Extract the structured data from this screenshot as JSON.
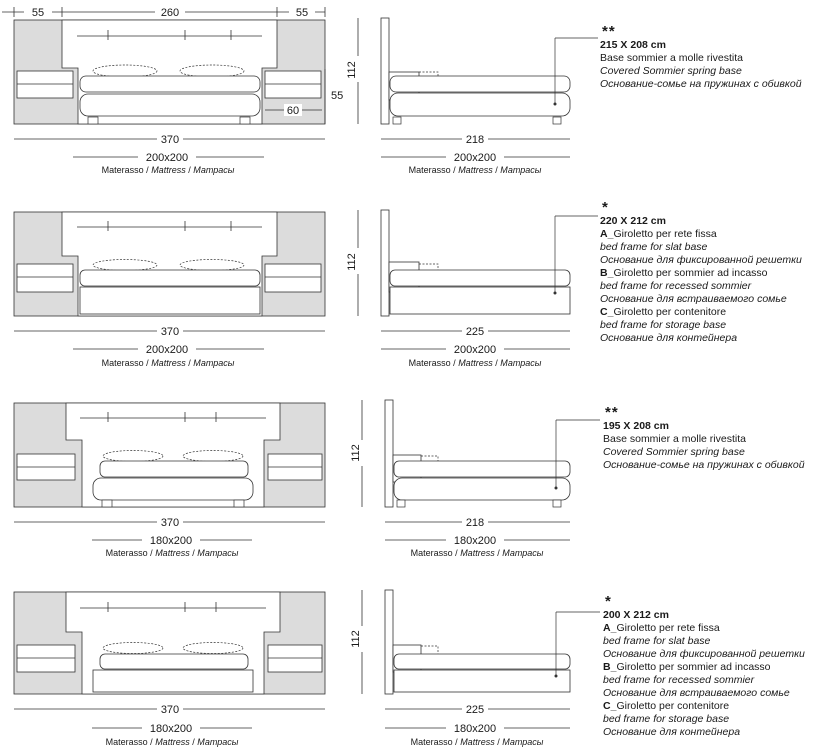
{
  "colors": {
    "panel": "#dcdcdc",
    "line": "#2a2a2a",
    "dim": "#555555"
  },
  "rows": [
    {
      "top_dims": [
        "55",
        "260",
        "55"
      ],
      "nightstand_dim": "60",
      "height_front": "55",
      "height_side": "112",
      "width_total": "370",
      "depth": "218",
      "mattress_front": "200x200",
      "mattress_side": "200x200",
      "mattress_caption": {
        "it": "Materasso",
        "en": "Mattress",
        "ru": "Матрасы"
      },
      "label": {
        "mark": "**",
        "size": "215 X 208 cm",
        "lines": [
          {
            "text": "Base sommier a molle rivestita",
            "style": "regular"
          },
          {
            "text": "Covered Sommier spring base",
            "style": "italic"
          },
          {
            "text": "Основание-сомье на пружинах с обивкой",
            "style": "italic"
          }
        ]
      }
    },
    {
      "height_side": "112",
      "width_total": "370",
      "depth": "225",
      "mattress_front": "200x200",
      "mattress_side": "200x200",
      "mattress_caption": {
        "it": "Materasso",
        "en": "Mattress",
        "ru": "Матрасы"
      },
      "label": {
        "mark": "*",
        "size": "220 X 212 cm",
        "lines": [
          {
            "prefix": "A_",
            "text": "Giroletto per rete fissa",
            "style": "regular"
          },
          {
            "text": "bed frame for slat base",
            "style": "italic"
          },
          {
            "text": "Основание для фиксированной решетки",
            "style": "italic"
          },
          {
            "prefix": "B_",
            "text": "Giroletto per sommier ad incasso",
            "style": "regular"
          },
          {
            "text": "bed frame for recessed sommier",
            "style": "italic"
          },
          {
            "text": "Основание для встраиваемого сомье",
            "style": "italic"
          },
          {
            "prefix": "C_",
            "text": "Giroletto per contenitore",
            "style": "regular"
          },
          {
            "text": "bed frame for storage base",
            "style": "italic"
          },
          {
            "text": "Основание для контейнера",
            "style": "italic"
          }
        ]
      }
    },
    {
      "height_side": "112",
      "width_total": "370",
      "depth": "218",
      "mattress_front": "180x200",
      "mattress_side": "180x200",
      "mattress_caption": {
        "it": "Materasso",
        "en": "Mattress",
        "ru": "Матрасы"
      },
      "label": {
        "mark": "**",
        "size": "195 X 208 cm",
        "lines": [
          {
            "text": "Base sommier a molle rivestita",
            "style": "regular"
          },
          {
            "text": "Covered Sommier spring base",
            "style": "italic"
          },
          {
            "text": "Основание-сомье на пружинах с обивкой",
            "style": "italic"
          }
        ]
      }
    },
    {
      "height_side": "112",
      "width_total": "370",
      "depth": "225",
      "mattress_front": "180x200",
      "mattress_side": "180x200",
      "mattress_caption": {
        "it": "Materasso",
        "en": "Mattress",
        "ru": "Матрасы"
      },
      "label": {
        "mark": "*",
        "size": "200 X 212 cm",
        "lines": [
          {
            "prefix": "A_",
            "text": "Giroletto per rete fissa",
            "style": "regular"
          },
          {
            "text": "bed frame for slat base",
            "style": "italic"
          },
          {
            "text": "Основание для фиксированной решетки",
            "style": "italic"
          },
          {
            "prefix": "B_",
            "text": "Giroletto per sommier ad incasso",
            "style": "regular"
          },
          {
            "text": "bed frame for recessed sommier",
            "style": "italic"
          },
          {
            "text": "Основание для встраиваемого сомье",
            "style": "italic"
          },
          {
            "prefix": "C_",
            "text": "Giroletto per contenitore",
            "style": "regular"
          },
          {
            "text": "bed frame for storage base",
            "style": "italic"
          },
          {
            "text": "Основание для контейнера",
            "style": "italic"
          }
        ]
      }
    }
  ]
}
